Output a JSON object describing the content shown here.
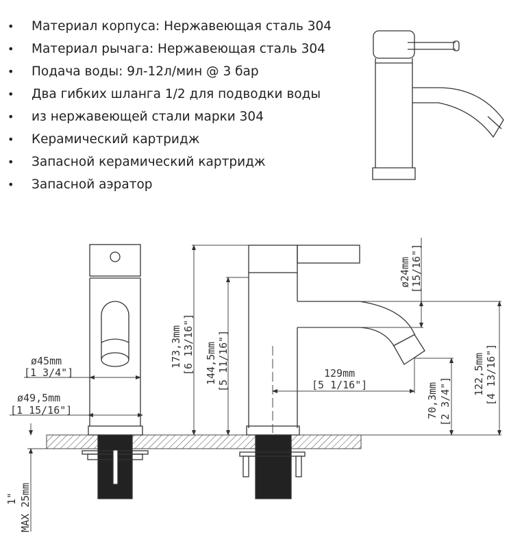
{
  "specs": [
    "Материал корпуса: Нержавеющая сталь 304",
    "Материал рычага: Нержавеющая сталь 304",
    "Подача воды: 9л-12л/мин @ 3 бар",
    "Два гибких шланга 1/2 для подводки воды",
    "из нержавеющей стали марки 304",
    "Керамический картридж",
    "Запасной керамический картридж",
    "Запасной аэратор"
  ],
  "bullet": "•",
  "dimensions": {
    "base_diameter": {
      "mm": "ø45mm",
      "in": "[1 3/4\"]"
    },
    "flange_diameter": {
      "mm": "ø49,5mm",
      "in": "[1 15/16\"]"
    },
    "total_height": {
      "mm": "173,3mm",
      "in": "[6 13/16\"]"
    },
    "body_height": {
      "mm": "144,5mm",
      "in": "[5 11/16\"]"
    },
    "spout_diameter": {
      "mm": "ø24mm",
      "in": "[15/16\"]"
    },
    "spout_reach": {
      "mm": "129mm",
      "in": "[5 1/16\"]"
    },
    "outlet_height": {
      "mm": "70,3mm",
      "in": "[2 3/4\"]"
    },
    "spout_height": {
      "mm": "122,5mm",
      "in": "[4 13/16\"]"
    },
    "max_counter": {
      "mm": "MAX 25mm",
      "in": "1\""
    }
  }
}
